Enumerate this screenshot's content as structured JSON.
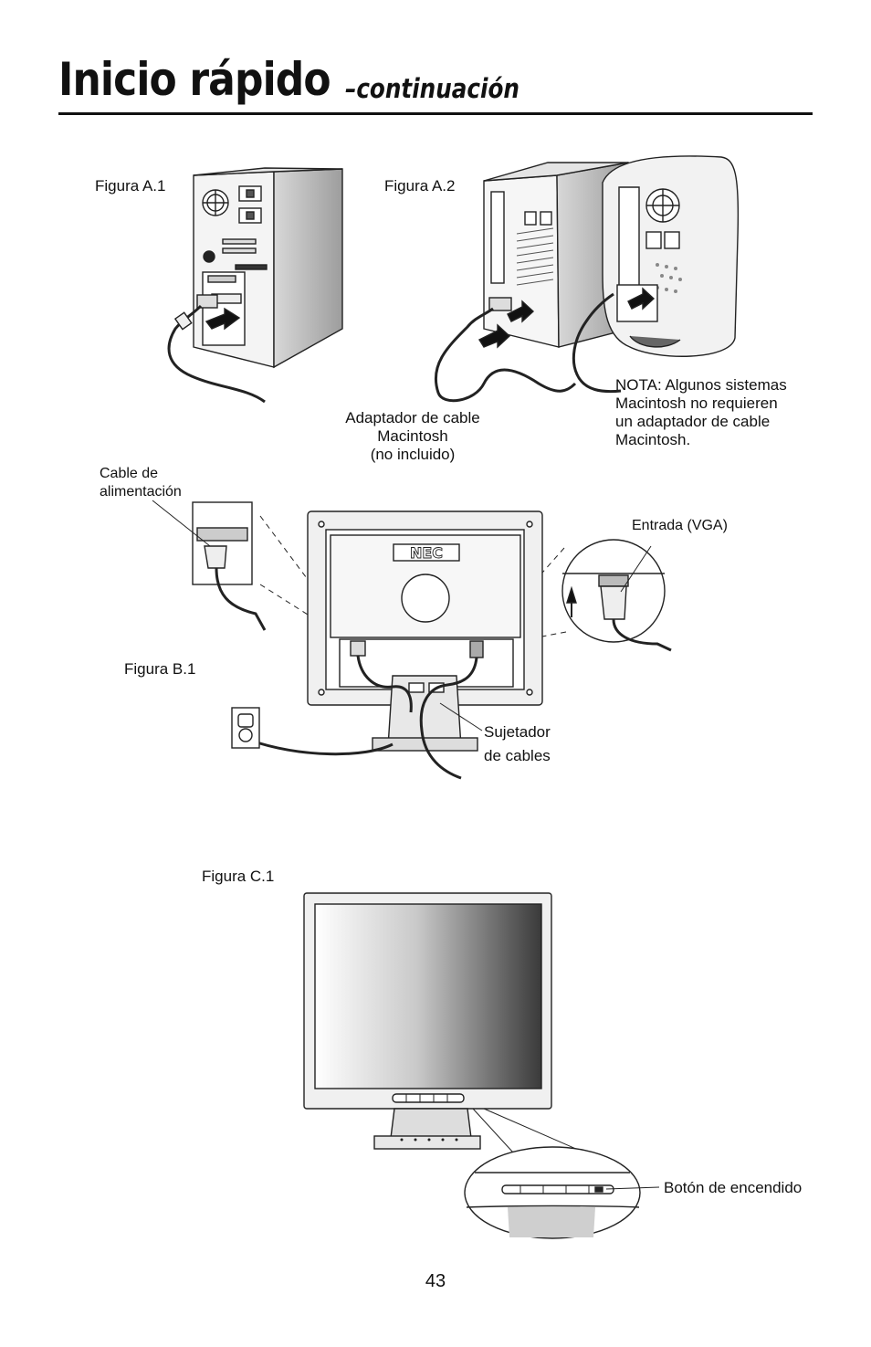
{
  "header": {
    "title": "Inicio rápido",
    "subtitle": "–continuación"
  },
  "figures": {
    "a1": {
      "label": "Figura A.1"
    },
    "a2": {
      "label": "Figura A.2"
    },
    "b1": {
      "label": "Figura B.1"
    },
    "c1": {
      "label": "Figura C.1"
    }
  },
  "callouts": {
    "adapter_line1": "Adaptador de cable",
    "adapter_line2": "Macintosh",
    "adapter_line3": "(no incluido)",
    "note_line1": "NOTA: Algunos sistemas",
    "note_line2": "Macintosh no requieren",
    "note_line3": "un adaptador de cable",
    "note_line4": "Macintosh.",
    "power_cable_line1": "Cable de",
    "power_cable_line2": "alimentación",
    "vga_input": "Entrada (VGA)",
    "cable_holder_line1": "Sujetador",
    "cable_holder_line2": "de cables",
    "power_button": "Botón de encendido"
  },
  "brand_logo": "NEC",
  "page_number": "43"
}
